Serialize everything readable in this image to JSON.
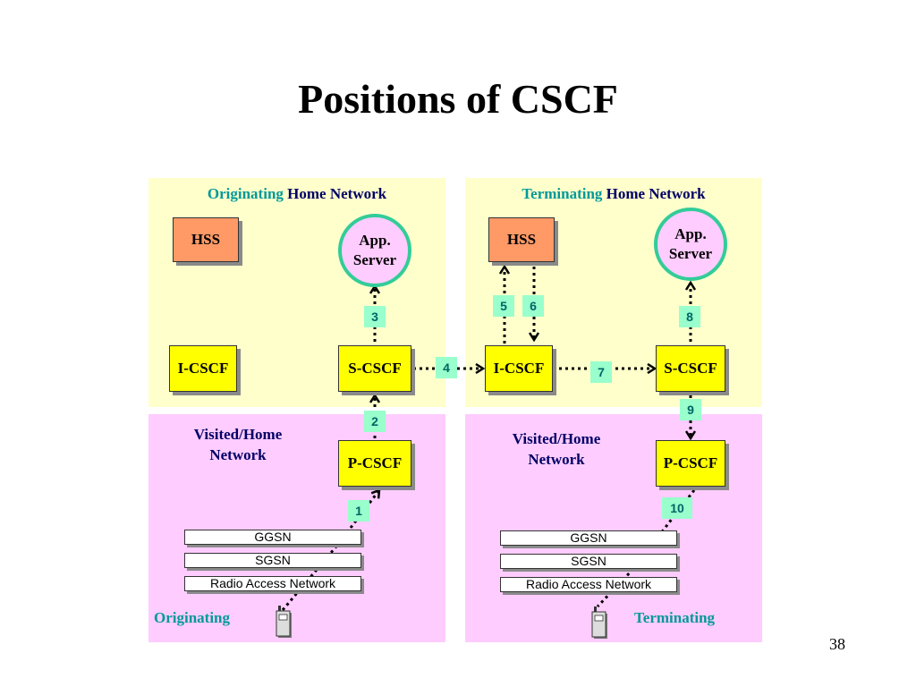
{
  "title": "Positions of CSCF",
  "page_number": "38",
  "originating": {
    "home_network": {
      "title_accent": "Originating",
      "title_rest": "Home Network"
    },
    "visited_network": {
      "label_line1": "Visited/Home",
      "label_line2": "Network"
    },
    "label": "Originating",
    "hss": "HSS",
    "app_server": {
      "line1": "App.",
      "line2": "Server"
    },
    "i_cscf": "I-CSCF",
    "s_cscf": "S-CSCF",
    "p_cscf": "P-CSCF",
    "ggsn": "GGSN",
    "sgsn": "SGSN",
    "ran": "Radio Access Network"
  },
  "terminating": {
    "home_network": {
      "title_accent": "Terminating",
      "title_rest": "Home Network"
    },
    "visited_network": {
      "label_line1": "Visited/Home",
      "label_line2": "Network"
    },
    "label": "Terminating",
    "hss": "HSS",
    "app_server": {
      "line1": "App.",
      "line2": "Server"
    },
    "i_cscf": "I-CSCF",
    "s_cscf": "S-CSCF",
    "p_cscf": "P-CSCF",
    "ggsn": "GGSN",
    "sgsn": "SGSN",
    "ran": "Radio Access Network"
  },
  "steps": [
    "1",
    "2",
    "3",
    "4",
    "5",
    "6",
    "7",
    "8",
    "9",
    "10"
  ],
  "colors": {
    "home_network_bg": "#ffffcc",
    "visited_network_bg": "#ffccff",
    "cscf": "#ffff00",
    "hss": "#ff9966",
    "step_badge": "#99ffcc",
    "accent_text": "#009999",
    "navy_text": "#000066"
  },
  "icons": {
    "terminal": "mobile-phone-icon"
  }
}
